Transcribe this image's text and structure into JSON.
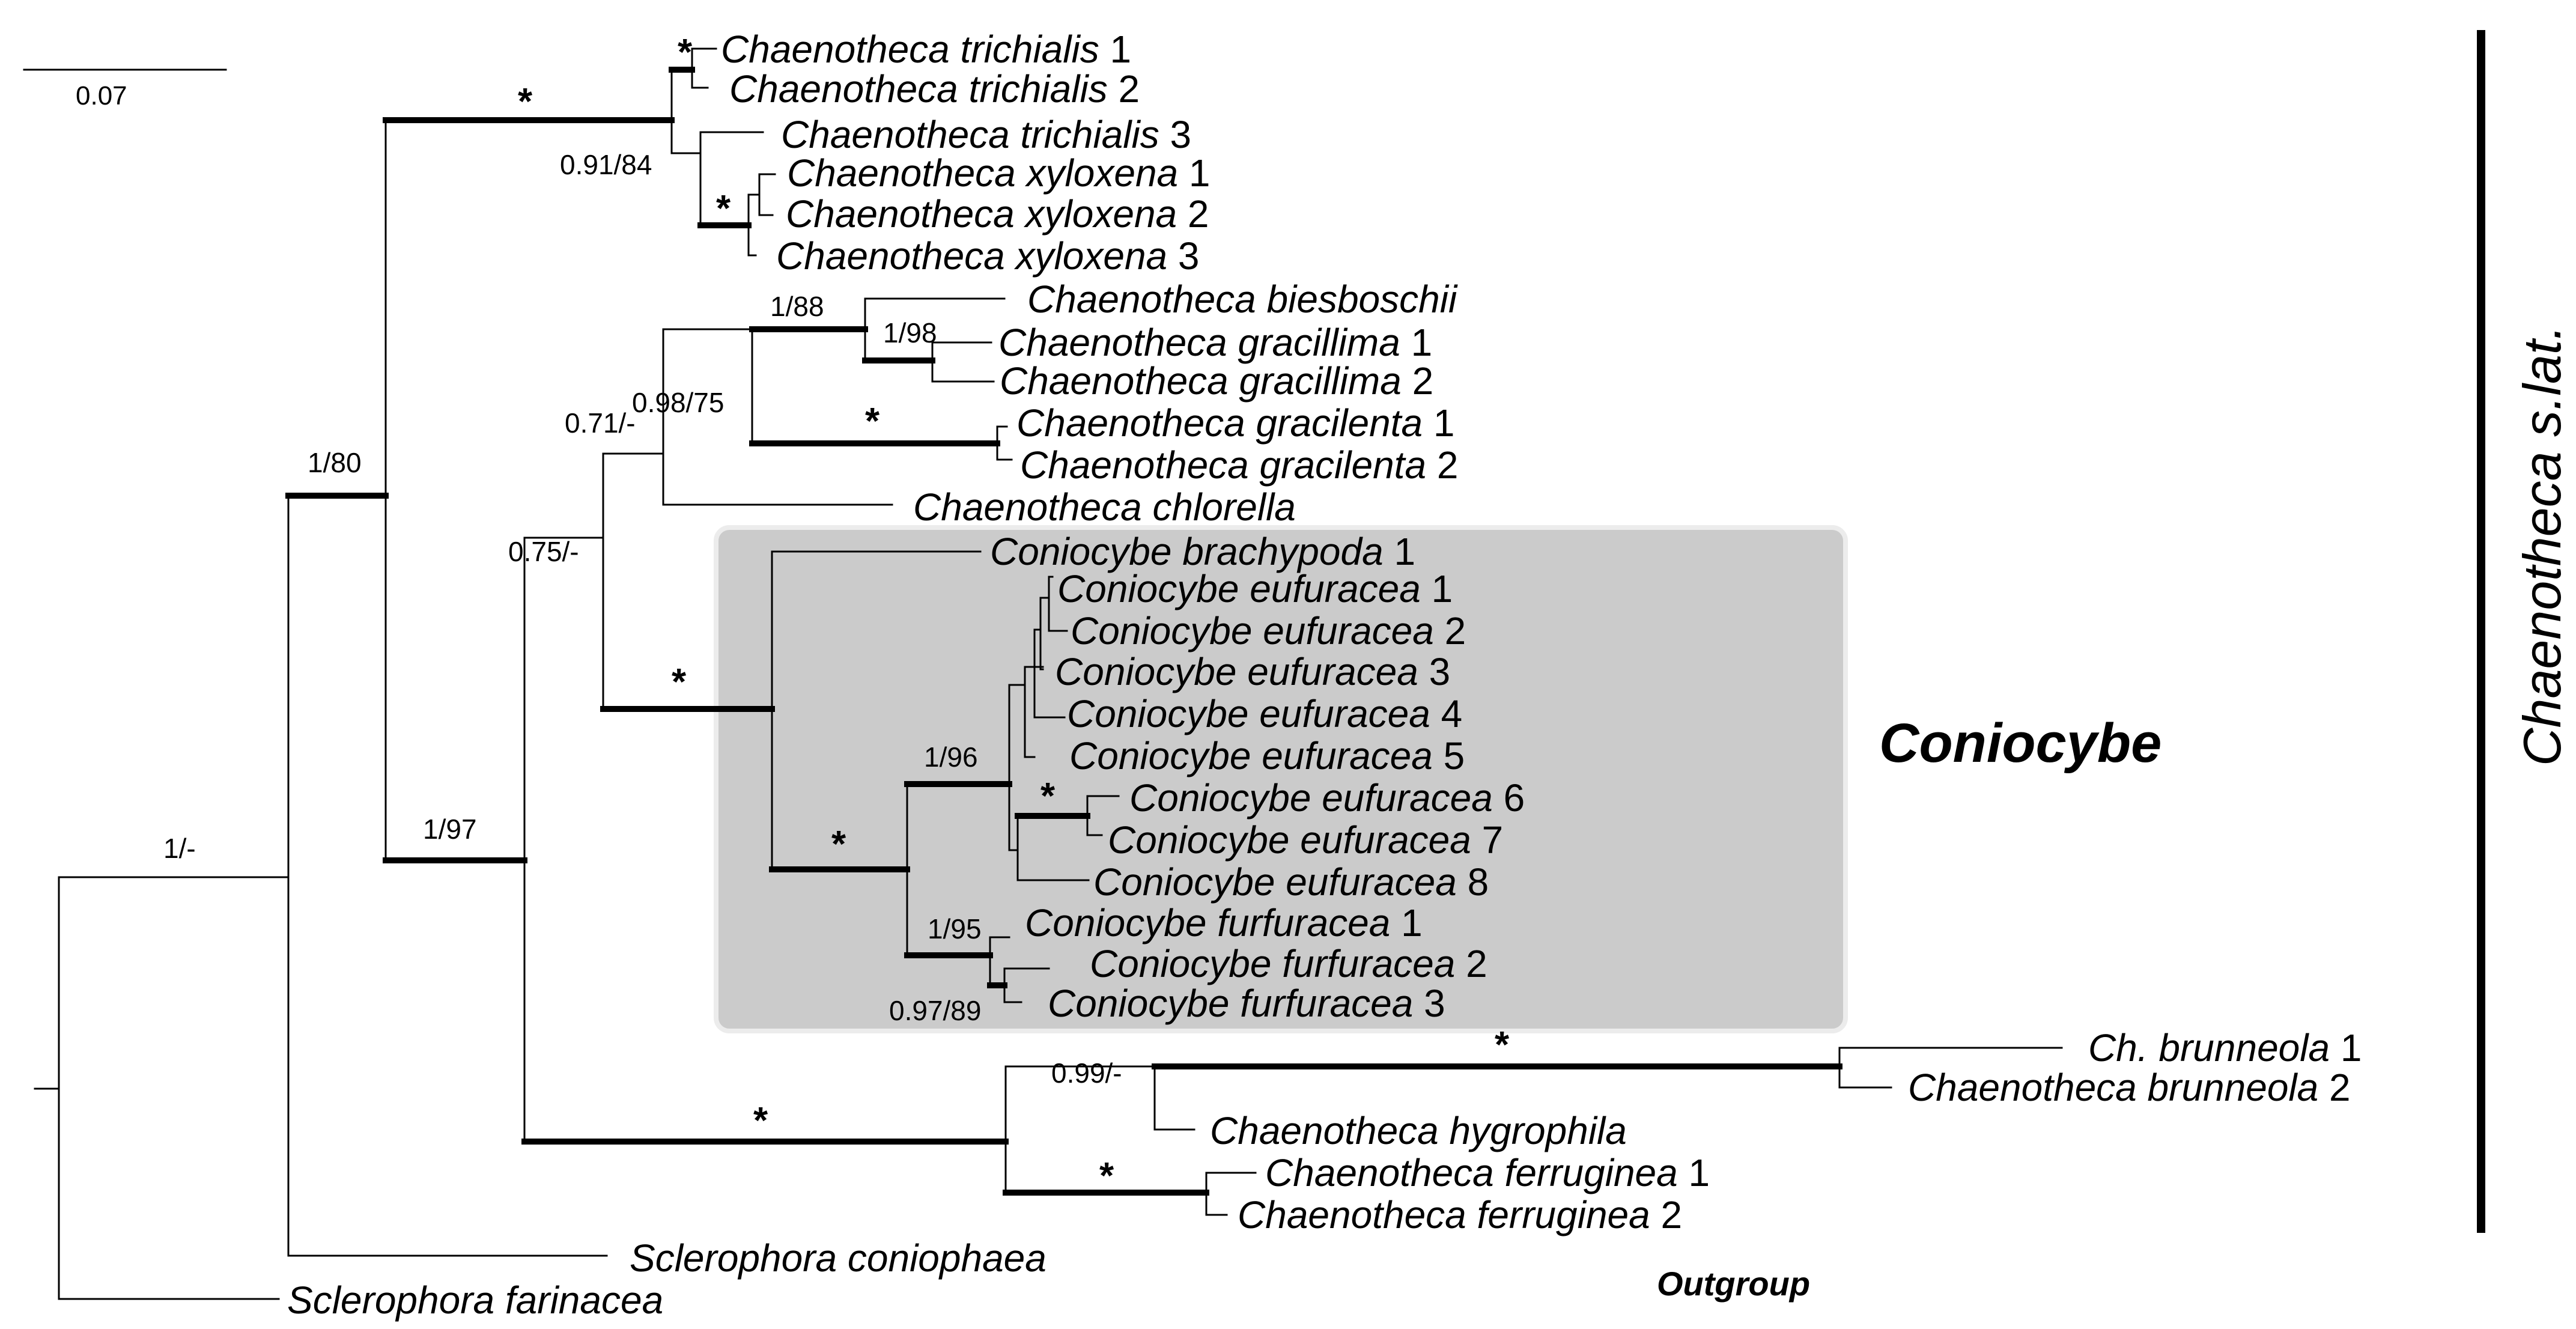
{
  "scale_bar": {
    "label": "0.07"
  },
  "taxa": [
    {
      "genus": "Chaenotheca",
      "epithet": "trichialis",
      "num": "1"
    },
    {
      "genus": "Chaenotheca",
      "epithet": "trichialis",
      "num": "2"
    },
    {
      "genus": "Chaenotheca",
      "epithet": "trichialis",
      "num": "3"
    },
    {
      "genus": "Chaenotheca",
      "epithet": "xyloxena",
      "num": "1"
    },
    {
      "genus": "Chaenotheca",
      "epithet": "xyloxena",
      "num": "2"
    },
    {
      "genus": "Chaenotheca",
      "epithet": "xyloxena",
      "num": "3"
    },
    {
      "genus": "Chaenotheca",
      "epithet": "biesboschii",
      "num": ""
    },
    {
      "genus": "Chaenotheca",
      "epithet": "gracillima",
      "num": "1"
    },
    {
      "genus": "Chaenotheca",
      "epithet": "gracillima",
      "num": "2"
    },
    {
      "genus": "Chaenotheca",
      "epithet": "gracilenta",
      "num": "1"
    },
    {
      "genus": "Chaenotheca",
      "epithet": "gracilenta",
      "num": "2"
    },
    {
      "genus": "Chaenotheca",
      "epithet": "chlorella",
      "num": ""
    },
    {
      "genus": "Coniocybe",
      "epithet": "brachypoda",
      "num": "1"
    },
    {
      "genus": "Coniocybe",
      "epithet": "eufuracea",
      "num": "1"
    },
    {
      "genus": "Coniocybe",
      "epithet": "eufuracea",
      "num": "2"
    },
    {
      "genus": "Coniocybe",
      "epithet": "eufuracea",
      "num": "3"
    },
    {
      "genus": "Coniocybe",
      "epithet": "eufuracea",
      "num": "4"
    },
    {
      "genus": "Coniocybe",
      "epithet": "eufuracea",
      "num": "5"
    },
    {
      "genus": "Coniocybe",
      "epithet": "eufuracea",
      "num": "6"
    },
    {
      "genus": "Coniocybe",
      "epithet": "eufuracea",
      "num": "7"
    },
    {
      "genus": "Coniocybe",
      "epithet": "eufuracea",
      "num": "8"
    },
    {
      "genus": "Coniocybe",
      "epithet": "furfuracea",
      "num": "1"
    },
    {
      "genus": "Coniocybe",
      "epithet": "furfuracea",
      "num": "2"
    },
    {
      "genus": "Coniocybe",
      "epithet": "furfuracea",
      "num": "3"
    },
    {
      "genus": "Ch.",
      "epithet": "brunneola",
      "num": "1"
    },
    {
      "genus": "Chaenotheca",
      "epithet": "brunneola",
      "num": "2"
    },
    {
      "genus": "Chaenotheca",
      "epithet": "hygrophila",
      "num": ""
    },
    {
      "genus": "Chaenotheca",
      "epithet": "ferruginea",
      "num": "1"
    },
    {
      "genus": "Chaenotheca",
      "epithet": "ferruginea",
      "num": "2"
    },
    {
      "genus": "Sclerophora",
      "epithet": "coniophaea",
      "num": ""
    },
    {
      "genus": "Sclerophora",
      "epithet": "farinacea",
      "num": ""
    }
  ],
  "support_values": [
    "*",
    "0.91/84",
    "*",
    "*",
    "1/88",
    "1/98",
    "0.98/75",
    "*",
    "0.71/-",
    "0.75/-",
    "*",
    "*",
    "1/96",
    "*",
    "1/95",
    "0.97/89",
    "1/80",
    "1/97",
    "1/-",
    "0.99/-",
    "*",
    "*",
    "*"
  ],
  "labels": {
    "coniocybe_clade": "Coniocybe",
    "chaenotheca_group": "Chaenotheca s.lat.",
    "outgroup": "Outgroup"
  },
  "colors": {
    "clade_box_fill": "#cbcbcb",
    "clade_box_stroke": "#ececec",
    "branch": "#000000"
  }
}
